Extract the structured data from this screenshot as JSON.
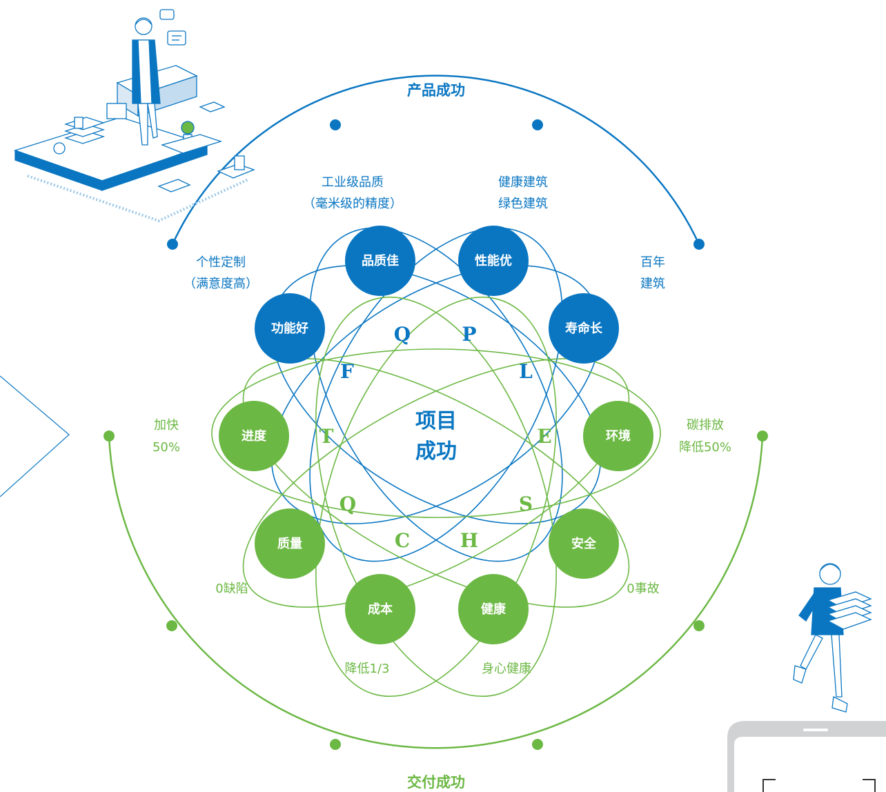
{
  "colors": {
    "blue": "#0a76c2",
    "green": "#6cb844",
    "light_blue": "#c4dcef"
  },
  "center": {
    "line1": "项目",
    "line2": "成功"
  },
  "arcs": {
    "top_title": "产品成功",
    "bottom_title": "交付成功"
  },
  "blue_nodes": {
    "gongnenghao": "功能好",
    "pinzhijia": "品质佳",
    "xingnengyou": "性能优",
    "shouminchang": "寿命长"
  },
  "green_nodes": {
    "jindu": "进度",
    "huanjing": "环境",
    "zhiliang": "质量",
    "anquan": "安全",
    "chengben": "成本",
    "jiankang": "健康"
  },
  "letters": {
    "Q_top": "Q",
    "P": "P",
    "F": "F",
    "L": "L",
    "T": "T",
    "E": "E",
    "Q_bottom": "Q",
    "S": "S",
    "C": "C",
    "H": "H"
  },
  "notes": {
    "gongyeji_line1": "工业级品质",
    "gongyeji_line2": "（毫米级的精度）",
    "jiankang_jianzhu_line1": "健康建筑",
    "jiankang_jianzhu_line2": "绿色建筑",
    "gexing_line1": "个性定制",
    "gexing_line2": "（满意度高）",
    "bainian_line1": "百年",
    "bainian_line2": "建筑",
    "jiakuai_line1": "加快",
    "jiakuai_line2": "50%",
    "tan_line1": "碳排放",
    "tan_line2": "降低50%",
    "quexian": "0缺陷",
    "shigu": "0事故",
    "jiangdi": "降低1/3",
    "shenxin": "身心健康"
  },
  "icons": [
    "worker-desk-illustration",
    "courier-illustration",
    "phone-frame-illustration",
    "chevron-outline"
  ]
}
